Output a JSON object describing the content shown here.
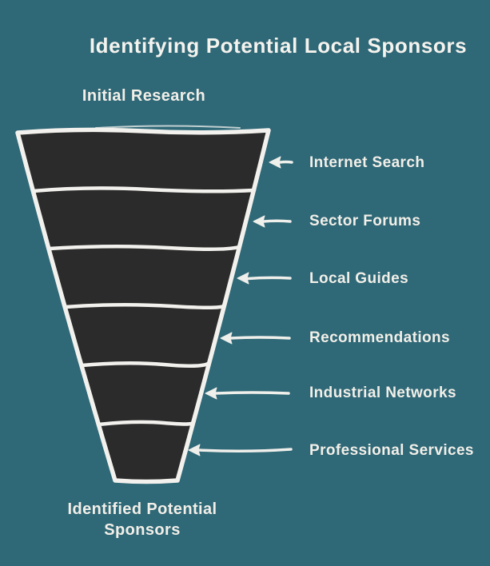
{
  "title": "Identifying Potential Local Sponsors",
  "funnel": {
    "top_label": "Initial Research",
    "bottom_label": "Identified Potential Sponsors",
    "levels": [
      {
        "label": "Internet Search"
      },
      {
        "label": "Sector Forums"
      },
      {
        "label": "Local Guides"
      },
      {
        "label": "Recommendations"
      },
      {
        "label": "Industrial Networks"
      },
      {
        "label": "Professional Services"
      }
    ]
  },
  "colors": {
    "background": "#2F6877",
    "funnel_fill": "#2B2B2B",
    "outline": "#F2F1ED",
    "arrow": "#EFEFEB",
    "text": "#F2EFE8"
  }
}
